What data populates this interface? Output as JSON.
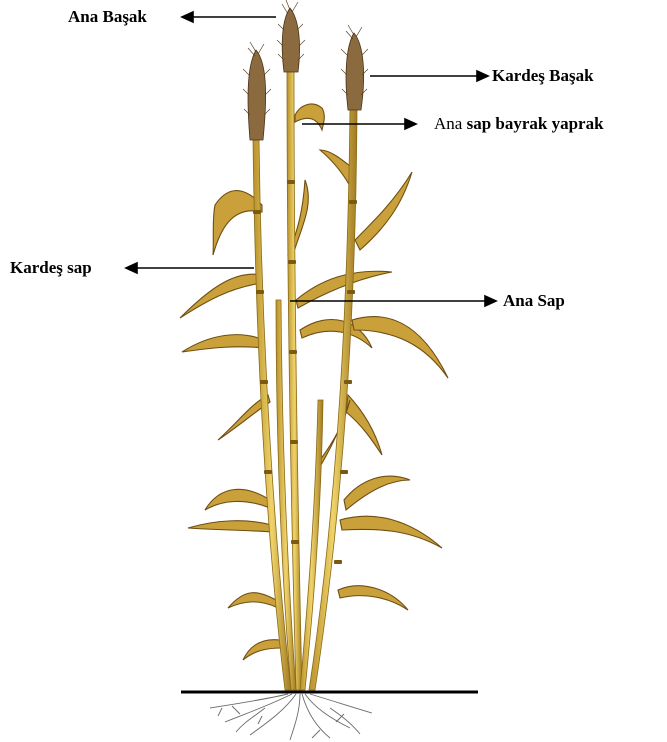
{
  "labels": {
    "ana_basak": "Ana Başak",
    "kardes_basak": "Kardeş Başak",
    "bayrak_a": "Ana",
    "bayrak_b": "sap bayrak yaprak",
    "kardes_sap": "Kardeş sap",
    "ana_sap": "Ana Sap"
  },
  "colors": {
    "stem": "#e3c24a",
    "stem_dark": "#9a7a1c",
    "leaf": "#c9a03a",
    "leaf_dark": "#6e4e14",
    "spike": "#8a6a3e",
    "ground": "#000000",
    "root": "#666666"
  }
}
